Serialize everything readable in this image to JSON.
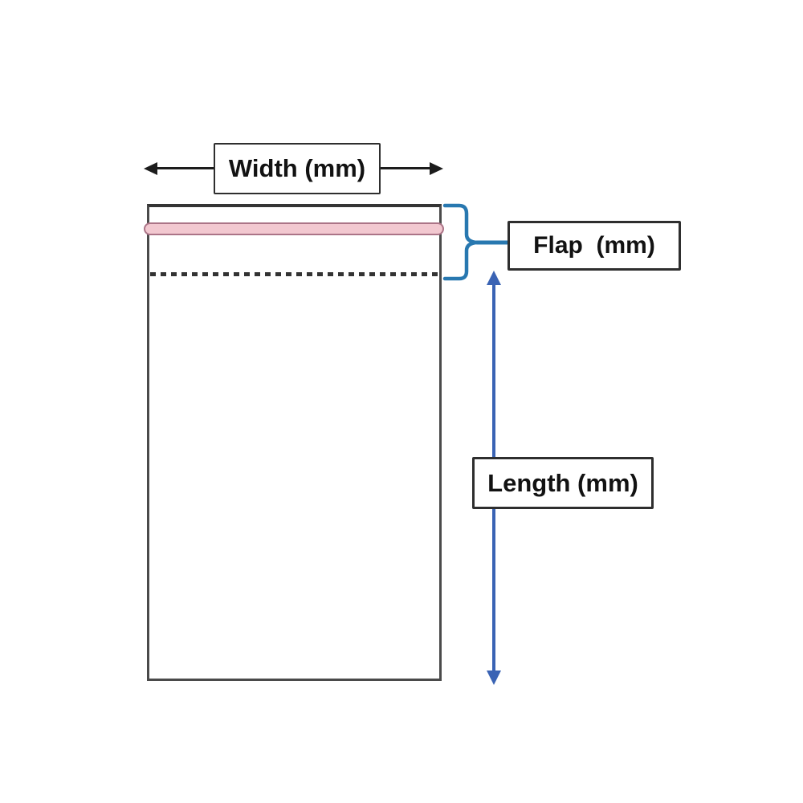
{
  "labels": {
    "width": "Width (mm)",
    "flap": "Flap  (mm)",
    "length": "Length (mm)"
  },
  "colors": {
    "bag_outline": "#4a4a4a",
    "adhesive_strip_fill": "#f2c8d0",
    "adhesive_strip_border": "#ab7487",
    "fold_line": "#333333",
    "width_arrow": "#1c1c1c",
    "length_arrow": "#3a63b4",
    "brace": "#2878b0",
    "label_text": "#121212",
    "label_border": "#2e2e2e"
  }
}
